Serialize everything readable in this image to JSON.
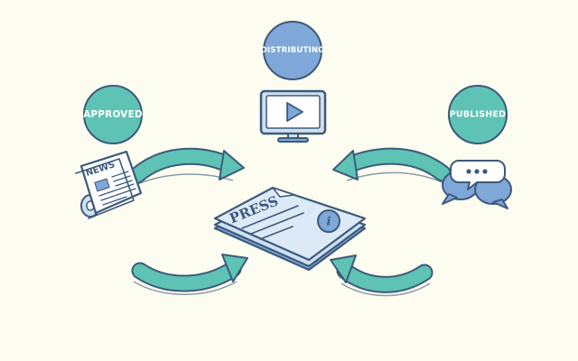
{
  "nodes": {
    "approved": {
      "label": "APPROVED",
      "color": "#5ec3b4"
    },
    "distributing": {
      "label": "DISTRIBUTING",
      "color": "#7fa7d8"
    },
    "published": {
      "label": "PUBLISHED",
      "color": "#5ec3b4"
    }
  },
  "document": {
    "title": "PRESS",
    "badge": "i"
  },
  "newspaper": {
    "masthead": "NEWS"
  },
  "icons": {
    "monitor": "video-monitor-icon",
    "chat": "chat-bubbles-icon",
    "newspaper": "newspaper-icon",
    "document": "press-release-document-icon",
    "info": "info-icon"
  },
  "colors": {
    "background": "#fdfcf1",
    "teal": "#5ec3b4",
    "blue": "#7fa7d8",
    "light_blue": "#cfe0f3",
    "outline": "#3d5a7a"
  }
}
